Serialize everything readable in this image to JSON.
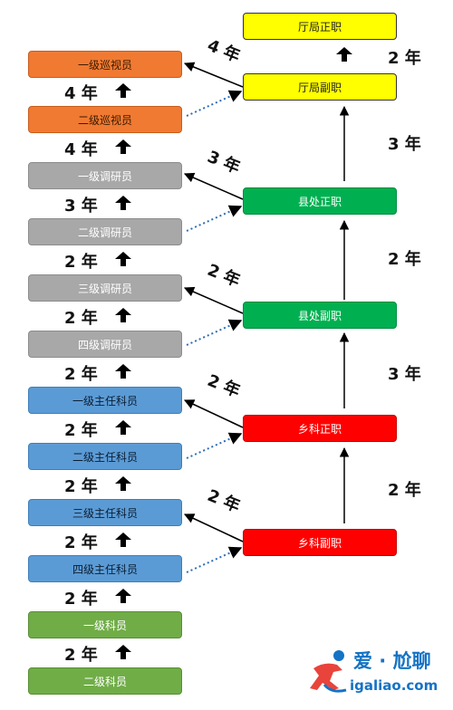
{
  "left_ranks": [
    {
      "label": "一级巡视员",
      "color": "orange"
    },
    {
      "label": "二级巡视员",
      "color": "orange"
    },
    {
      "label": "一级调研员",
      "color": "gray"
    },
    {
      "label": "二级调研员",
      "color": "gray"
    },
    {
      "label": "三级调研员",
      "color": "gray"
    },
    {
      "label": "四级调研员",
      "color": "gray"
    },
    {
      "label": "一级主任科员",
      "color": "blue"
    },
    {
      "label": "二级主任科员",
      "color": "blue"
    },
    {
      "label": "三级主任科员",
      "color": "blue"
    },
    {
      "label": "四级主任科员",
      "color": "blue"
    },
    {
      "label": "一级科员",
      "color": "green"
    },
    {
      "label": "二级科员",
      "color": "green"
    }
  ],
  "left_intervals": [
    "4 年",
    "4 年",
    "3 年",
    "2 年",
    "2 年",
    "2 年",
    "2 年",
    "2 年",
    "2 年",
    "2 年",
    "2 年"
  ],
  "right_ranks": [
    {
      "label": "厅局正职",
      "color": "yellow"
    },
    {
      "label": "厅局副职",
      "color": "yellow"
    },
    {
      "label": "县处正职",
      "color": "dgreen"
    },
    {
      "label": "县处副职",
      "color": "dgreen"
    },
    {
      "label": "乡科正职",
      "color": "red"
    },
    {
      "label": "乡科副职",
      "color": "red"
    }
  ],
  "right_intervals": [
    "2 年",
    "3 年",
    "2 年",
    "3 年",
    "2 年"
  ],
  "diagonal_labels": [
    "4 年",
    "3 年",
    "2 年",
    "2 年",
    "2 年"
  ],
  "watermark": {
    "cn": "爱 · 尬聊",
    "en": "igaliao.com"
  }
}
